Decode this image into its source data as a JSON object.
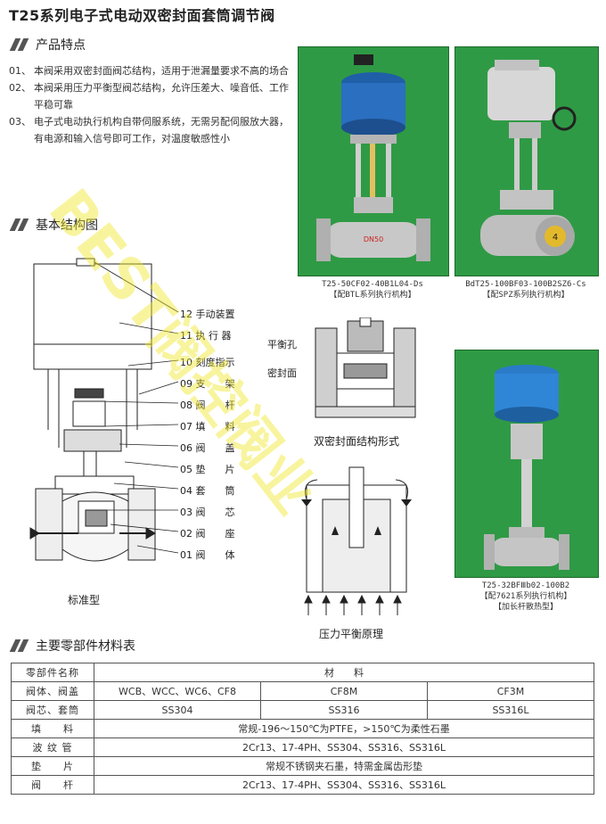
{
  "title": "T25系列电子式电动双密封面套筒调节阀",
  "sections": {
    "features": "产品特点",
    "structure": "基本结构图",
    "materials": "主要零部件材料表"
  },
  "features": [
    {
      "num": "01、",
      "text": "本阀采用双密封面阀芯结构，适用于泄漏量要求不高的场合"
    },
    {
      "num": "02、",
      "text": "本阀采用压力平衡型阀芯结构，允许压差大、噪音低、工作平稳可靠"
    },
    {
      "num": "03、",
      "text": "电子式电动执行机构自带伺服系统，无需另配伺服放大器，有电源和输入信号即可工作，对温度敏感性小"
    }
  ],
  "photos": [
    {
      "model": "T25-50CF02-40B1L04-Ds",
      "note": "【配BTL系列执行机构】",
      "body_label": "DN50"
    },
    {
      "model": "BdT25-100BF03-100B2SZ6-Cs",
      "note": "【配SPZ系列执行机构】",
      "body_label": "4"
    },
    {
      "model": "T25-32BFⅢb02-100B2",
      "note": "【配7621系列执行机构】",
      "note2": "【加长杆散热型】"
    }
  ],
  "parts": [
    {
      "num": "12",
      "name": "手动装置"
    },
    {
      "num": "11",
      "name": "执 行 器"
    },
    {
      "num": "10",
      "name": "刻度指示"
    },
    {
      "num": "09",
      "name": "支　　架"
    },
    {
      "num": "08",
      "name": "阀　　杆"
    },
    {
      "num": "07",
      "name": "填　　料"
    },
    {
      "num": "06",
      "name": "阀　　盖"
    },
    {
      "num": "05",
      "name": "垫　　片"
    },
    {
      "num": "04",
      "name": "套　　筒"
    },
    {
      "num": "03",
      "name": "阀　　芯"
    },
    {
      "num": "02",
      "name": "阀　　座"
    },
    {
      "num": "01",
      "name": "阀　　体"
    }
  ],
  "diagram": {
    "standard_caption": "标准型",
    "seal_caption": "双密封面结构形式",
    "balance_hole": "平衡孔",
    "seal_face": "密封面",
    "pressure_caption": "压力平衡原理"
  },
  "watermark": "BEST阀控阀业",
  "table": {
    "header": {
      "col": "零部件名称",
      "material": "材　　料"
    },
    "rows": [
      {
        "name": "阀体、阀盖",
        "cells": [
          "WCB、WCC、WC6、CF8",
          "CF8M",
          "CF3M"
        ]
      },
      {
        "name": "阀芯、套筒",
        "cells": [
          "SS304",
          "SS316",
          "SS316L"
        ]
      },
      {
        "name": "填　　料",
        "span": "常规-196～150℃为PTFE，>150℃为柔性石墨"
      },
      {
        "name": "波 纹 管",
        "span": "2Cr13、17-4PH、SS304、SS316、SS316L"
      },
      {
        "name": "垫　　片",
        "span": "常规不锈钢夹石墨，特需金属齿形垫"
      },
      {
        "name": "阀　　杆",
        "span": "2Cr13、17-4PH、SS304、SS316、SS316L"
      }
    ]
  }
}
